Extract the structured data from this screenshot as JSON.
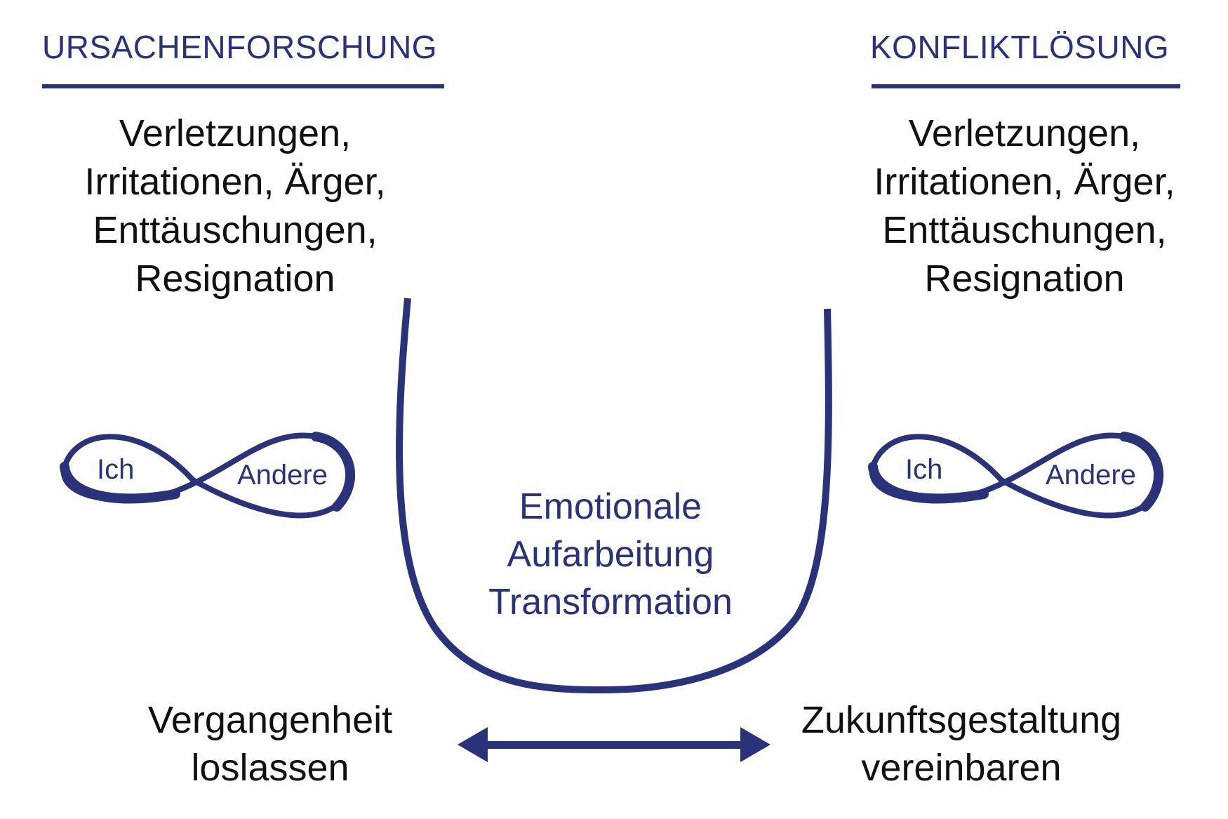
{
  "left": {
    "heading": "URSACHENFORSCHUNG",
    "emotions": [
      "Verletzungen,",
      "Irritationen, Ärger,",
      "Enttäuschungen,",
      "Resignation"
    ],
    "infinity": {
      "label_self": "Ich",
      "label_other": "Andere"
    },
    "bottom": [
      "Vergangenheit",
      "loslassen"
    ]
  },
  "right": {
    "heading": "KONFLIKTLÖSUNG",
    "emotions": [
      "Verletzungen,",
      "Irritationen, Ärger,",
      "Enttäuschungen,",
      "Resignation"
    ],
    "infinity": {
      "label_self": "Ich",
      "label_other": "Andere"
    },
    "bottom": [
      "Zukunftsgestaltung",
      "vereinbaren"
    ]
  },
  "center": {
    "lines": [
      "Emotionale",
      "Aufarbeitung",
      "Transformation"
    ]
  },
  "colors": {
    "accent": "#2a3379",
    "text": "#111111",
    "background": "#ffffff"
  },
  "icons": {
    "curve": "u-curve",
    "infinity": "infinity-icon",
    "arrow": "double-arrow-icon"
  }
}
